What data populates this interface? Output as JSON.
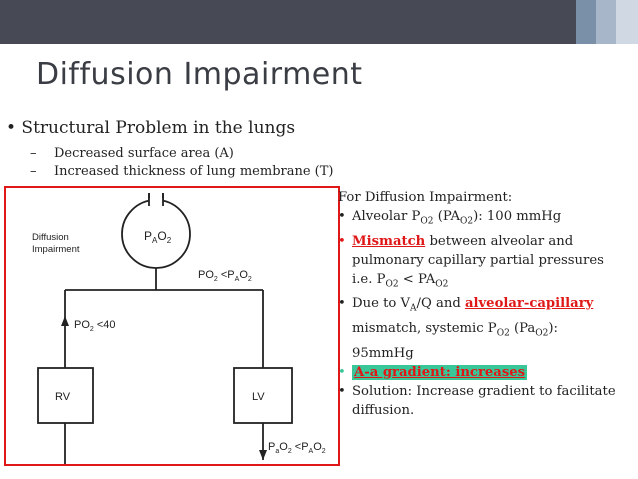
{
  "slide": {
    "title": "Diffusion Impairment",
    "bullet": "• Structural Problem in the lungs",
    "sub_items": [
      "Decreased surface area (A)",
      "Increased thickness of lung membrane (T)"
    ],
    "dash": "–"
  },
  "diagram": {
    "label_line1": "Diffusion",
    "label_line2": "Impairment",
    "alveolus": "P",
    "alveolus_sub": "A",
    "alveolus_sub2": "O",
    "alveolus_sub3": "2",
    "rv": "RV",
    "lv": "LV",
    "po2_lt40": "PO",
    "po2_lt40_rest": " <40",
    "po2_lt_pao2": "PO",
    "po2_lt_pao2_mid": " <P",
    "bottom_label": "P",
    "bottom_mid": "O",
    "bottom_lt": " <P"
  },
  "notes": {
    "heading": "For Diffusion Impairment:",
    "b1_pre": "Alveolar P",
    "b1_sub1": "O2",
    "b1_mid": " (PA",
    "b1_sub2": "O2",
    "b1_post": "): 100 mmHg",
    "b2_red": "Mismatch",
    "b2_rest": " between alveolar and",
    "b2_line2": "pulmonary capillary partial pressures",
    "b2_line3_pre": "i.e. P",
    "b2_line3_sub1": "O2",
    "b2_line3_mid": " < PA",
    "b2_line3_sub2": "O2",
    "b3_pre": "Due to V",
    "b3_sub": "A",
    "b3_mid": "/Q and ",
    "b3_red": "alveolar-capillary",
    "b3_line2_pre": "mismatch, systemic P",
    "b3_line2_sub1": "O2",
    "b3_line2_mid": " (Pa",
    "b3_line2_sub2": "O2",
    "b3_line2_post": "):",
    "b3_line3": "95mmHg",
    "b4_highlight": "A-a gradient: increases",
    "b5_line1": "Solution: Increase gradient to facilitate",
    "b5_line2": "diffusion.",
    "bullet_char": "•",
    "accent_red": "#e01717",
    "highlight_green": "#39c79a"
  }
}
